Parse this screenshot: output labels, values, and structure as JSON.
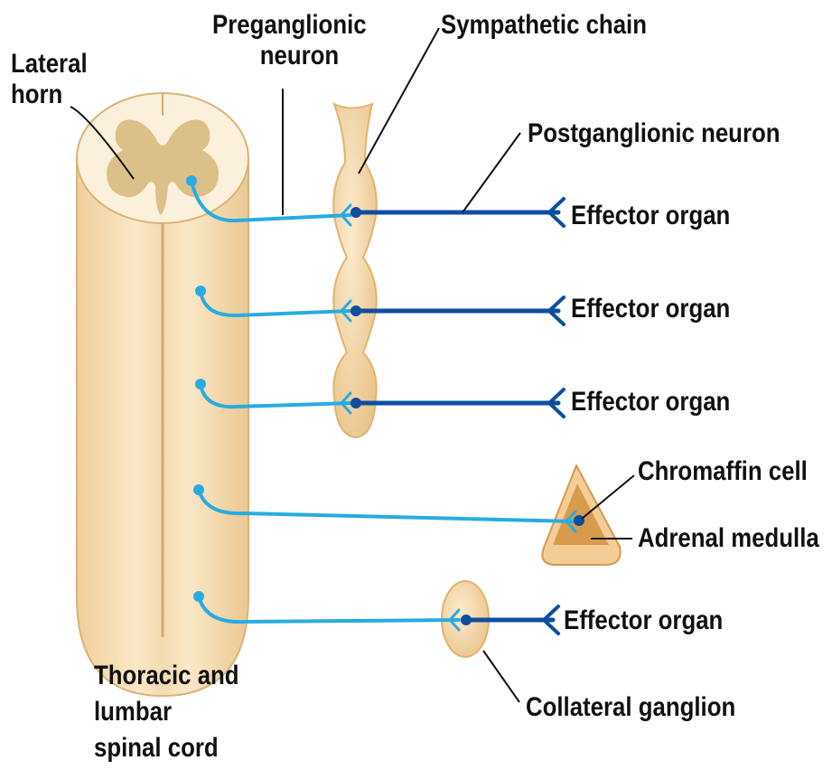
{
  "labels": {
    "lateral_horn": [
      "Lateral",
      "horn"
    ],
    "preganglionic_neuron": [
      "Preganglionic",
      "neuron"
    ],
    "sympathetic_chain": "Sympathetic chain",
    "postganglionic_neuron": "Postganglionic neuron",
    "effector_organs": [
      "Effector organ",
      "Effector organ",
      "Effector organ",
      "Effector organ"
    ],
    "chromaffin_cell": "Chromaffin cell",
    "adrenal_medulla": "Adrenal medulla",
    "spinal_cord": [
      "Thoracic and",
      "lumbar",
      "spinal cord"
    ],
    "collateral_ganglion": "Collateral ganglion"
  },
  "colors": {
    "cord_fill": "#f6dfb8",
    "grey_matter": "#dcc08a",
    "ganglion_fill": "#f2d3a3",
    "adrenal_inner": "#d89a4c",
    "preganglionic": "#29abe2",
    "postganglionic": "#0d4ea0",
    "leader_line": "#111111"
  }
}
